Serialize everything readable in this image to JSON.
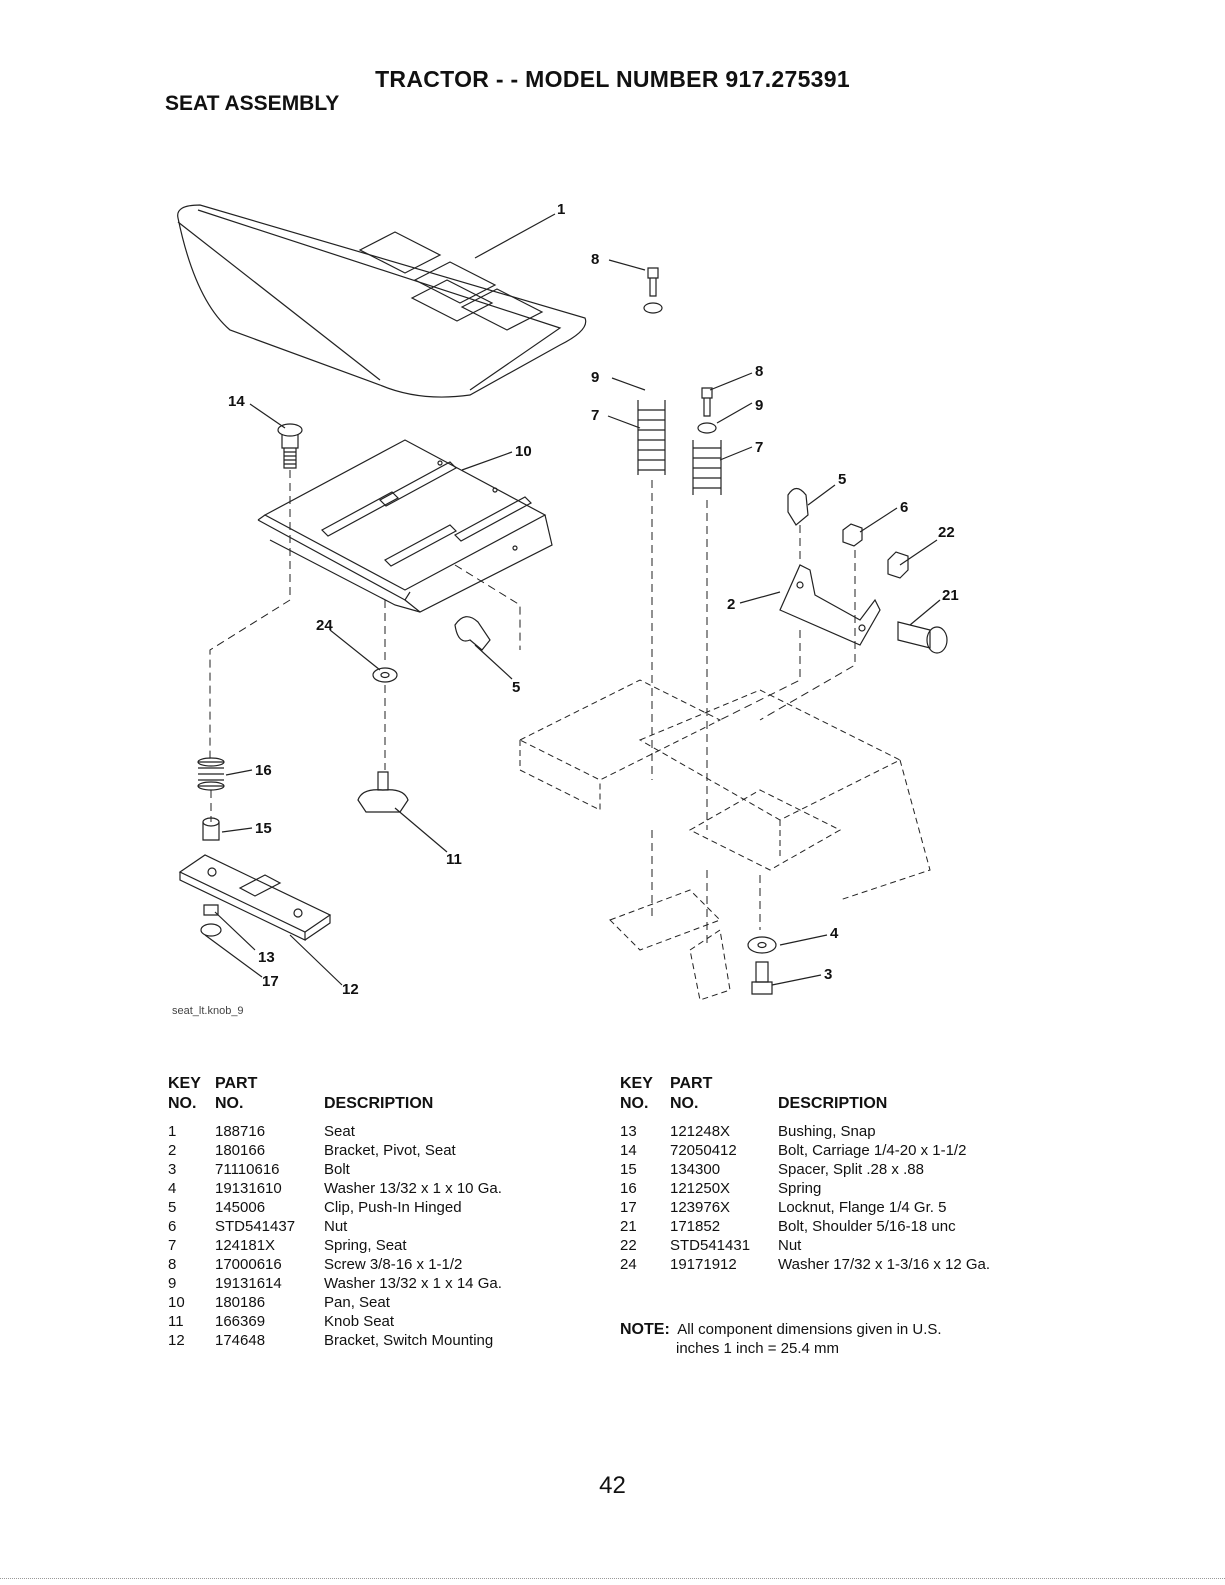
{
  "header": {
    "title": "TRACTOR - - MODEL NUMBER  917.275391",
    "section": "SEAT ASSEMBLY"
  },
  "diagram": {
    "figure_id": "seat_lt.knob_9",
    "callouts": [
      "1",
      "14",
      "10",
      "8",
      "9",
      "7",
      "8",
      "9",
      "7",
      "5",
      "6",
      "22",
      "2",
      "21",
      "24",
      "5",
      "16",
      "15",
      "11",
      "13",
      "17",
      "12",
      "4",
      "3"
    ]
  },
  "table_left": {
    "headers": {
      "key_top": "KEY",
      "key_bottom": "NO.",
      "part_top": "PART",
      "part_bottom": "NO.",
      "desc": "DESCRIPTION"
    },
    "rows": [
      {
        "key": "1",
        "part": "188716",
        "desc": "Seat"
      },
      {
        "key": "2",
        "part": "180166",
        "desc": "Bracket, Pivot, Seat"
      },
      {
        "key": "3",
        "part": "71110616",
        "desc": "Bolt"
      },
      {
        "key": "4",
        "part": "19131610",
        "desc": "Washer  13/32 x 1 x 10 Ga."
      },
      {
        "key": "5",
        "part": "145006",
        "desc": "Clip, Push-In  Hinged"
      },
      {
        "key": "6",
        "part": "STD541437",
        "desc": "Nut"
      },
      {
        "key": "7",
        "part": "124181X",
        "desc": "Spring, Seat"
      },
      {
        "key": "8",
        "part": "17000616",
        "desc": "Screw  3/8-16 x 1-1/2"
      },
      {
        "key": "9",
        "part": "19131614",
        "desc": "Washer  13/32 x 1 x 14 Ga."
      },
      {
        "key": "10",
        "part": "180186",
        "desc": "Pan, Seat"
      },
      {
        "key": "11",
        "part": "166369",
        "desc": "Knob Seat"
      },
      {
        "key": "12",
        "part": "174648",
        "desc": "Bracket, Switch Mounting"
      }
    ]
  },
  "table_right": {
    "headers": {
      "key_top": "KEY",
      "key_bottom": "NO.",
      "part_top": "PART",
      "part_bottom": "NO.",
      "desc": "DESCRIPTION"
    },
    "rows": [
      {
        "key": "13",
        "part": "121248X",
        "desc": "Bushing, Snap"
      },
      {
        "key": "14",
        "part": "72050412",
        "desc": "Bolt, Carriage  1/4-20 x 1-1/2"
      },
      {
        "key": "15",
        "part": "134300",
        "desc": "Spacer, Split .28 x .88"
      },
      {
        "key": "16",
        "part": "121250X",
        "desc": "Spring"
      },
      {
        "key": "17",
        "part": "123976X",
        "desc": "Locknut, Flange  1/4 Gr. 5"
      },
      {
        "key": "21",
        "part": "171852",
        "desc": "Bolt, Shoulder  5/16-18 unc"
      },
      {
        "key": "22",
        "part": "STD541431",
        "desc": "Nut"
      },
      {
        "key": "24",
        "part": "19171912",
        "desc": "Washer  17/32 x 1-3/16 x 12 Ga."
      }
    ]
  },
  "note": {
    "label": "NOTE:",
    "line1": "All component dimensions given in U.S.",
    "line2": "inches 1 inch = 25.4 mm"
  },
  "page_number": "42"
}
